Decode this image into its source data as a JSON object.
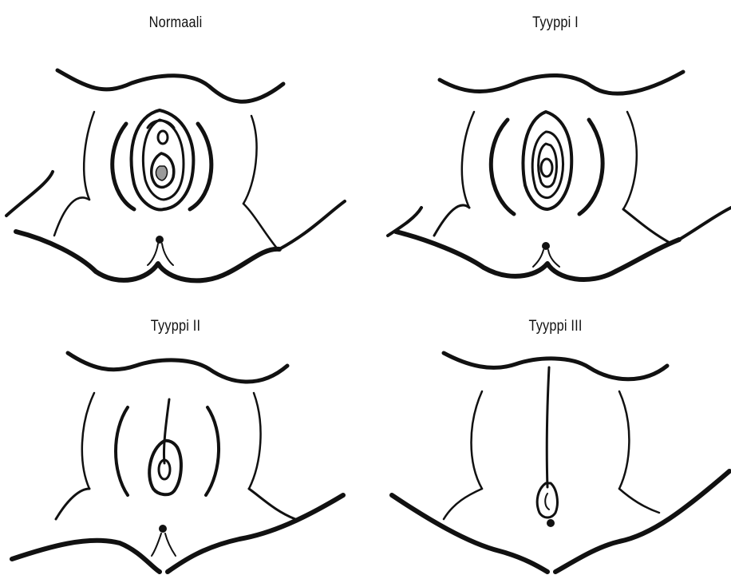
{
  "panels": [
    {
      "title": "Normaali"
    },
    {
      "title": "Tyyppi I"
    },
    {
      "title": "Tyyppi II"
    },
    {
      "title": "Tyyppi III"
    }
  ],
  "colors": {
    "ink": "#111111",
    "shade": "#9a9a9a",
    "background": "#ffffff"
  }
}
